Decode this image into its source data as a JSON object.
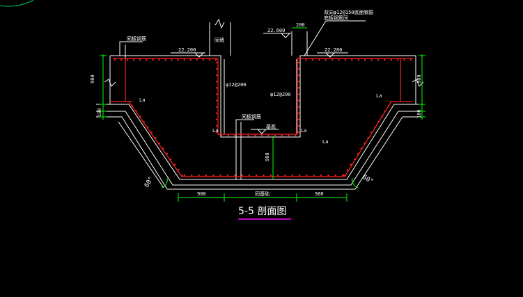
{
  "title": "5-5 剖面图",
  "colors": {
    "background": "#000000",
    "concrete": "#ffffff",
    "rebar": "#ff2020",
    "dimension": "#00ff00",
    "text": "#ffffff",
    "title_underline": "#ff00ff",
    "level_mark": "#ffffff",
    "leader": "#ffffff",
    "anchor": "#ffff00"
  },
  "levels": {
    "left_top": "22.200",
    "right_top": "22.280",
    "right_wall_top": "22.600",
    "pit_bottom": "基底"
  },
  "annotations": {
    "top_left_note": "同板钢筋",
    "wall_note_left": "同墙",
    "rebar_note_top": "双向φ12@150底面钢筋",
    "rebar_note_top2": "底板钢筋同",
    "wall_bar_left": "φ12@200",
    "wall_bar_right": "φ12@200",
    "base_note": "同板钢筋",
    "wall_thk": "200",
    "anchor_label": "La",
    "angle_left": "60°",
    "angle_right": "60°"
  },
  "dimensions": {
    "left_height_upper": "900",
    "left_height_lower": "100",
    "right_height_upper": "900",
    "right_height_lower": "100",
    "pit_depth": "900",
    "bottom_left": "900",
    "bottom_mid": "同基础",
    "bottom_right": "900"
  }
}
